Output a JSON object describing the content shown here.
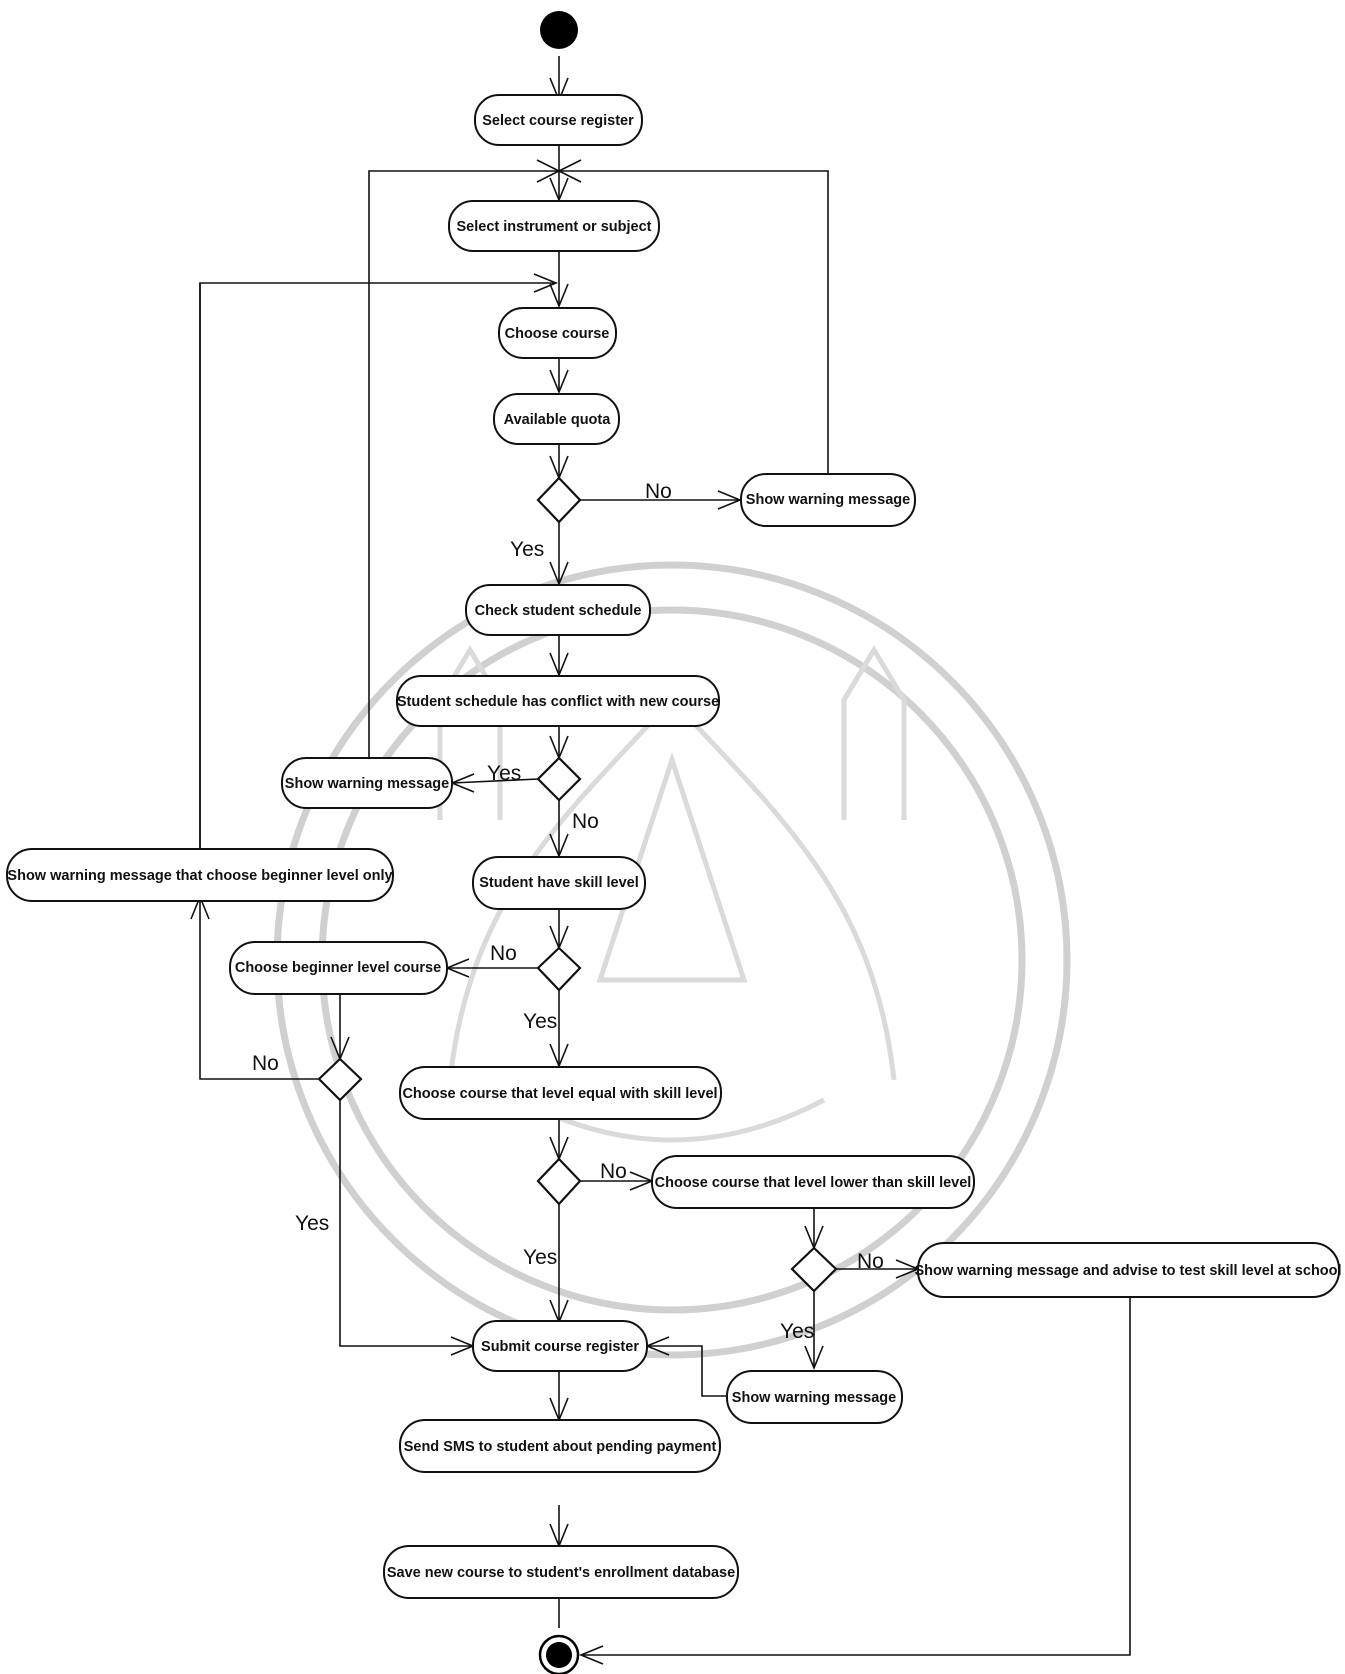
{
  "nodes": {
    "select_course_register": "Select course register",
    "select_instrument": "Select instrument or subject",
    "choose_course": "Choose course",
    "available_quota": "Available quota",
    "show_warning_quota": "Show warning message",
    "check_schedule": "Check student schedule",
    "schedule_conflict": "Student schedule has conflict with new course",
    "show_warning_conflict": "Show warning message",
    "show_warning_beginner": "Show warning message that choose beginner level only",
    "skill_level": "Student have skill level",
    "choose_beginner": "Choose beginner level course",
    "choose_equal": "Choose course that level equal with skill level",
    "choose_lower": "Choose course that level lower than skill level",
    "show_warning_advise": "Show warning message and advise to test skill level at school",
    "submit": "Submit course register",
    "show_warning_lower": "Show warning message",
    "send_sms": "Send SMS to student about pending payment",
    "save_course": "Save new course to student's enrollment database"
  },
  "guards": {
    "quota_no": "No",
    "quota_yes": "Yes",
    "conflict_yes": "Yes",
    "conflict_no": "No",
    "skill_no": "No",
    "skill_yes": "Yes",
    "beginner_no": "No",
    "beginner_yes": "Yes",
    "equal_no": "No",
    "equal_yes": "Yes",
    "lower_no": "No",
    "lower_yes": "Yes"
  }
}
